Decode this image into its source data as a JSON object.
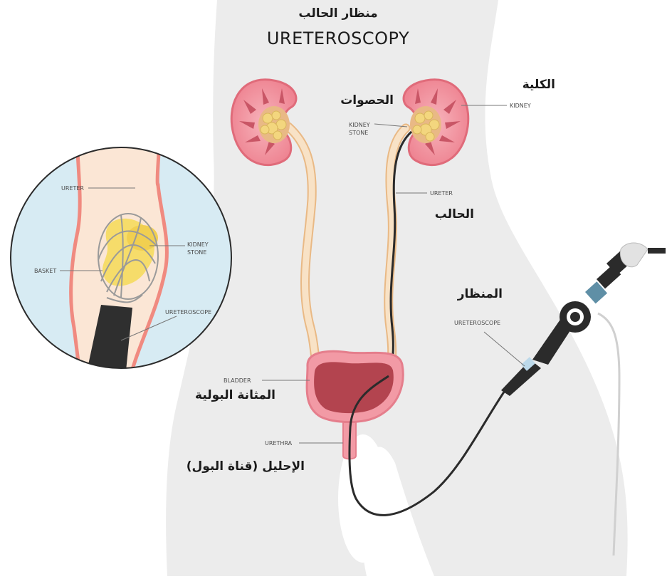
{
  "title": {
    "arabic": "منظار الحالب",
    "english": "URETEROSCOPY"
  },
  "labels": {
    "kidney_en": "KIDNEY",
    "kidney_ar": "الكلية",
    "stones_ar": "الحصوات",
    "kidney_stone_line1": "KIDNEY",
    "kidney_stone_line2": "STONE",
    "ureter_en": "URETER",
    "ureter_ar": "الحالب",
    "ureteroscope_en": "URETEROSCOPE",
    "ureteroscope_ar": "المنظار",
    "bladder_en": "BLADDER",
    "bladder_ar": "المثانة البولية",
    "urethra_en": "URETHRA",
    "urethra_ar": "الإحليل (قناة البول)"
  },
  "inset": {
    "ureter": "URETER",
    "kidney_stone_line1": "KIDNEY",
    "kidney_stone_line2": "STONE",
    "basket": "BASKET",
    "ureteroscope": "URETEROSCOPE"
  },
  "colors": {
    "body": "#ececec",
    "kidney": "#f08a96",
    "kidney_inner": "#c85562",
    "stone": "#f1d98a",
    "ureter": "#f7dcbc",
    "bladder": "#b3444f",
    "inset_bg": "#d7ebf3",
    "scope": "#2b2b2b"
  }
}
